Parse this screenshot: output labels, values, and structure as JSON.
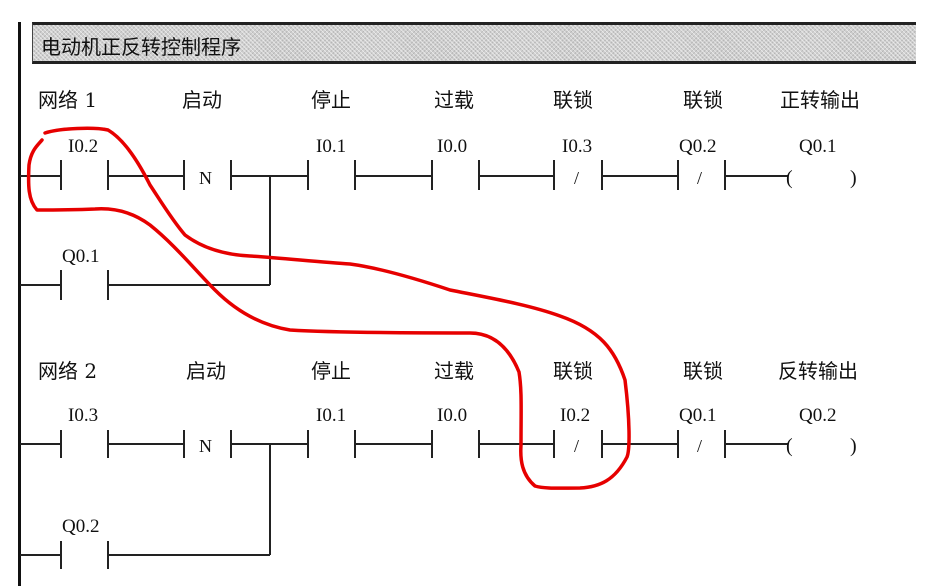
{
  "title": "电动机正反转控制程序",
  "networks": [
    {
      "label": "网络 1",
      "column_headers": [
        "启动",
        "停止",
        "过载",
        "联锁",
        "联锁",
        "正转输出"
      ],
      "start_contact": "I0.2",
      "edge_detector": "N",
      "seal_contact": "Q0.1",
      "stop_contact": "I0.1",
      "overload_contact": "I0.0",
      "interlock_contacts": [
        {
          "address": "I0.3",
          "type": "NC",
          "symbol": "/"
        },
        {
          "address": "Q0.2",
          "type": "NC",
          "symbol": "/"
        }
      ],
      "output_coil": "Q0.1"
    },
    {
      "label": "网络 2",
      "column_headers": [
        "启动",
        "停止",
        "过载",
        "联锁",
        "联锁",
        "反转输出"
      ],
      "start_contact": "I0.3",
      "edge_detector": "N",
      "seal_contact": "Q0.2",
      "stop_contact": "I0.1",
      "overload_contact": "I0.0",
      "interlock_contacts": [
        {
          "address": "I0.2",
          "type": "NC",
          "symbol": "/"
        },
        {
          "address": "Q0.1",
          "type": "NC",
          "symbol": "/"
        }
      ],
      "output_coil": "Q0.2"
    }
  ],
  "annotation": {
    "color": "#e60000",
    "description": "Red hand-drawn loop linking network 1 start contact I0.2 to network 2 interlock contact I0.2"
  }
}
